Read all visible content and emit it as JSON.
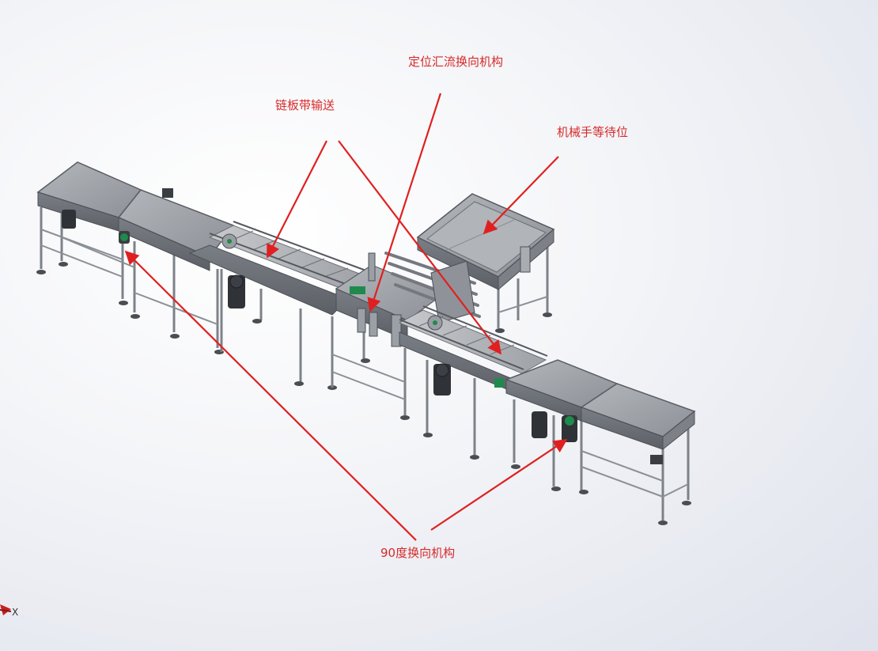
{
  "callouts": {
    "chain_conveyor": "链板带输送",
    "merge_turn": "定位汇流换向机构",
    "robot_wait": "机械手等待位",
    "turn_90": "90度换向机构"
  },
  "axis_triad": {
    "x_label": "X"
  },
  "colors": {
    "annotation": "#d62a2a",
    "frame": "#8a8f96",
    "panel_top": "#9ea2a8",
    "panel_side": "#6c7077",
    "motor": "#2f3237",
    "background": "#eef0f5"
  }
}
